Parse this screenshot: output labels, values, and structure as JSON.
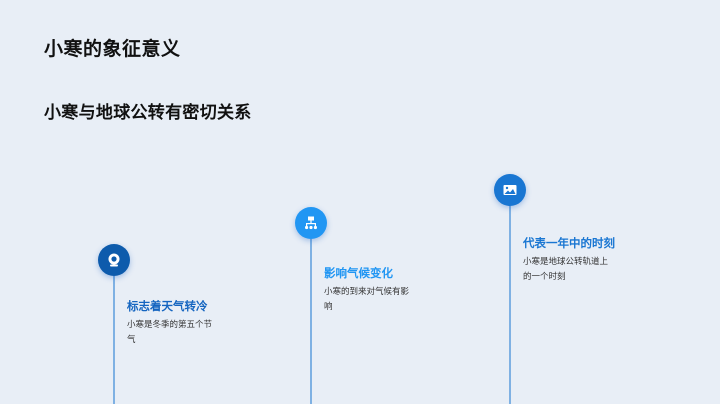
{
  "header": {
    "title": "小寒的象征意义",
    "subtitle": "小寒与地球公转有密切关系"
  },
  "timeline": [
    {
      "icon": "webcam-icon",
      "color": "#0d5bac",
      "title_color": "#1565c0",
      "title": "标志着天气转冷",
      "description": "小寒是冬季的第五个节气"
    },
    {
      "icon": "sitemap-icon",
      "color": "#2196f3",
      "title_color": "#2196f3",
      "title": "影响气候变化",
      "description": "小寒的到来对气候有影响"
    },
    {
      "icon": "image-icon",
      "color": "#1976d2",
      "title_color": "#1976d2",
      "title": "代表一年中的时刻",
      "description": "小寒是地球公转轨道上的一个时刻"
    }
  ]
}
